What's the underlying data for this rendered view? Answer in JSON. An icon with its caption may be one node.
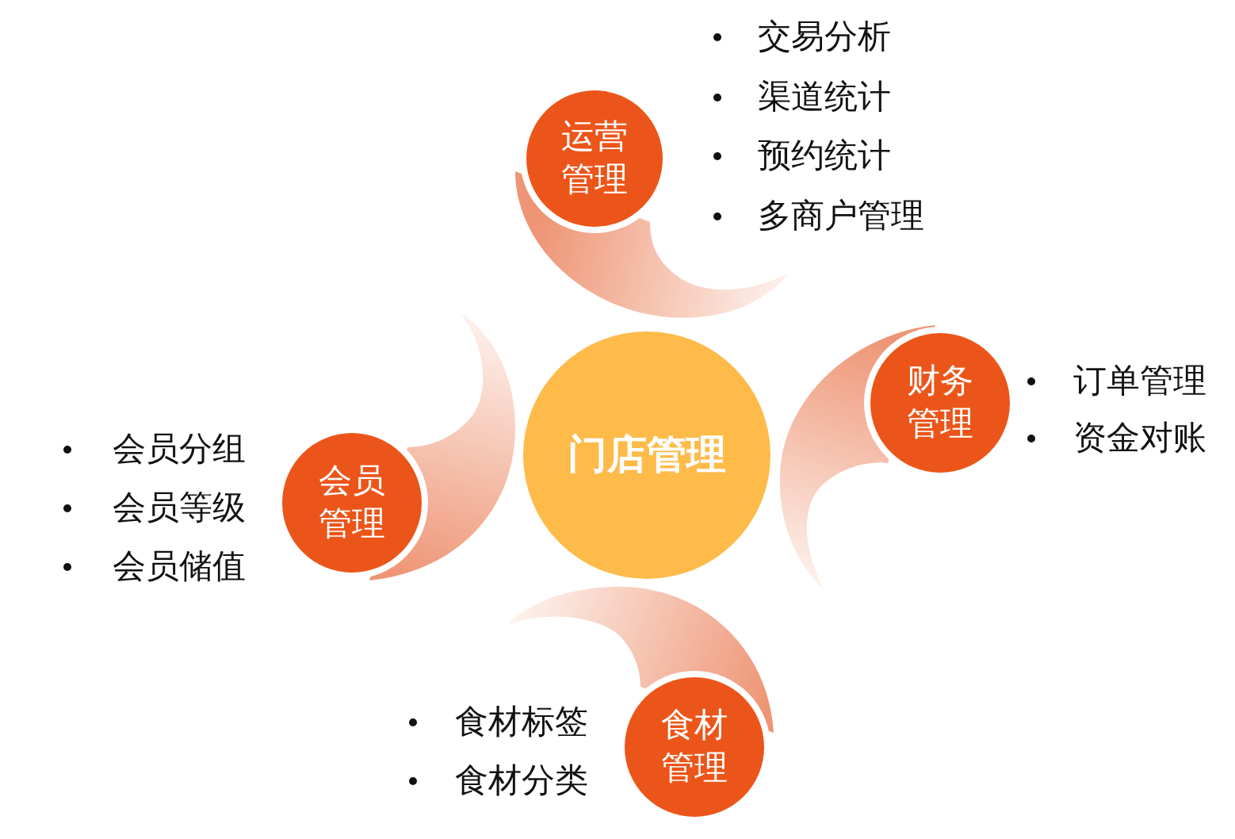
{
  "diagram": {
    "nodes": [
      {
        "text": [
          "门店管理"
        ]
      },
      {
        "text": [
          "运营管理"
        ]
      },
      {
        "text": [
          "财务管理"
        ]
      },
      {
        "text": [
          "会员管理"
        ]
      },
      {
        "text": [
          "食材管理"
        ]
      },
      {
        "text": [],
        "shape": "swoosh"
      },
      {
        "text": [],
        "shape": "swoosh"
      },
      {
        "text": [],
        "shape": "swoosh"
      },
      {
        "text": [],
        "shape": "swoosh"
      }
    ],
    "labels": [
      "交易分析",
      "渠道统计",
      "预约统计",
      "多商户管理",
      "订单管理",
      "资金对账",
      "会员分组",
      "会员等级",
      "会员储值",
      "食材标签",
      "食材分类"
    ]
  }
}
